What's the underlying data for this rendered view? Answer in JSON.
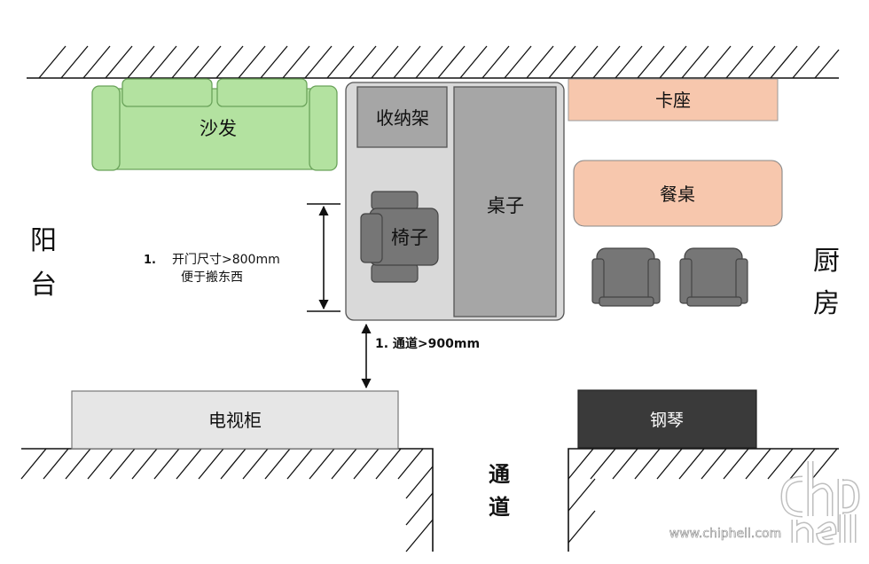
{
  "rooms": {
    "balcony": [
      "阳",
      "台"
    ],
    "kitchen": [
      "厨",
      "房"
    ],
    "passage": [
      "通",
      "道"
    ]
  },
  "furniture": {
    "sofa": "沙发",
    "storage_rack": "收纳架",
    "desk": "桌子",
    "chair": "椅子",
    "booth_seat": "卡座",
    "dining_table": "餐桌",
    "tv_cabinet": "电视柜",
    "piano": "钢琴"
  },
  "notes": {
    "door_number": "1.",
    "door_line1": "开门尺寸>800mm",
    "door_line2": "便于搬东西",
    "aisle": "1. 通道>900mm"
  },
  "watermark": {
    "site": "www.chiphell.com",
    "logo": "chip hell"
  },
  "colors": {
    "sofa_fill": "#b3e2a0",
    "sofa_stroke": "#6aa35a",
    "room_block_fill": "#d9d9d9",
    "storage_fill": "#a6a6a6",
    "chair_fill": "#767676",
    "booth_fill": "#f7c7ad",
    "tv_cabinet_fill": "#e6e6e6",
    "piano_fill": "#3a3a3a"
  }
}
